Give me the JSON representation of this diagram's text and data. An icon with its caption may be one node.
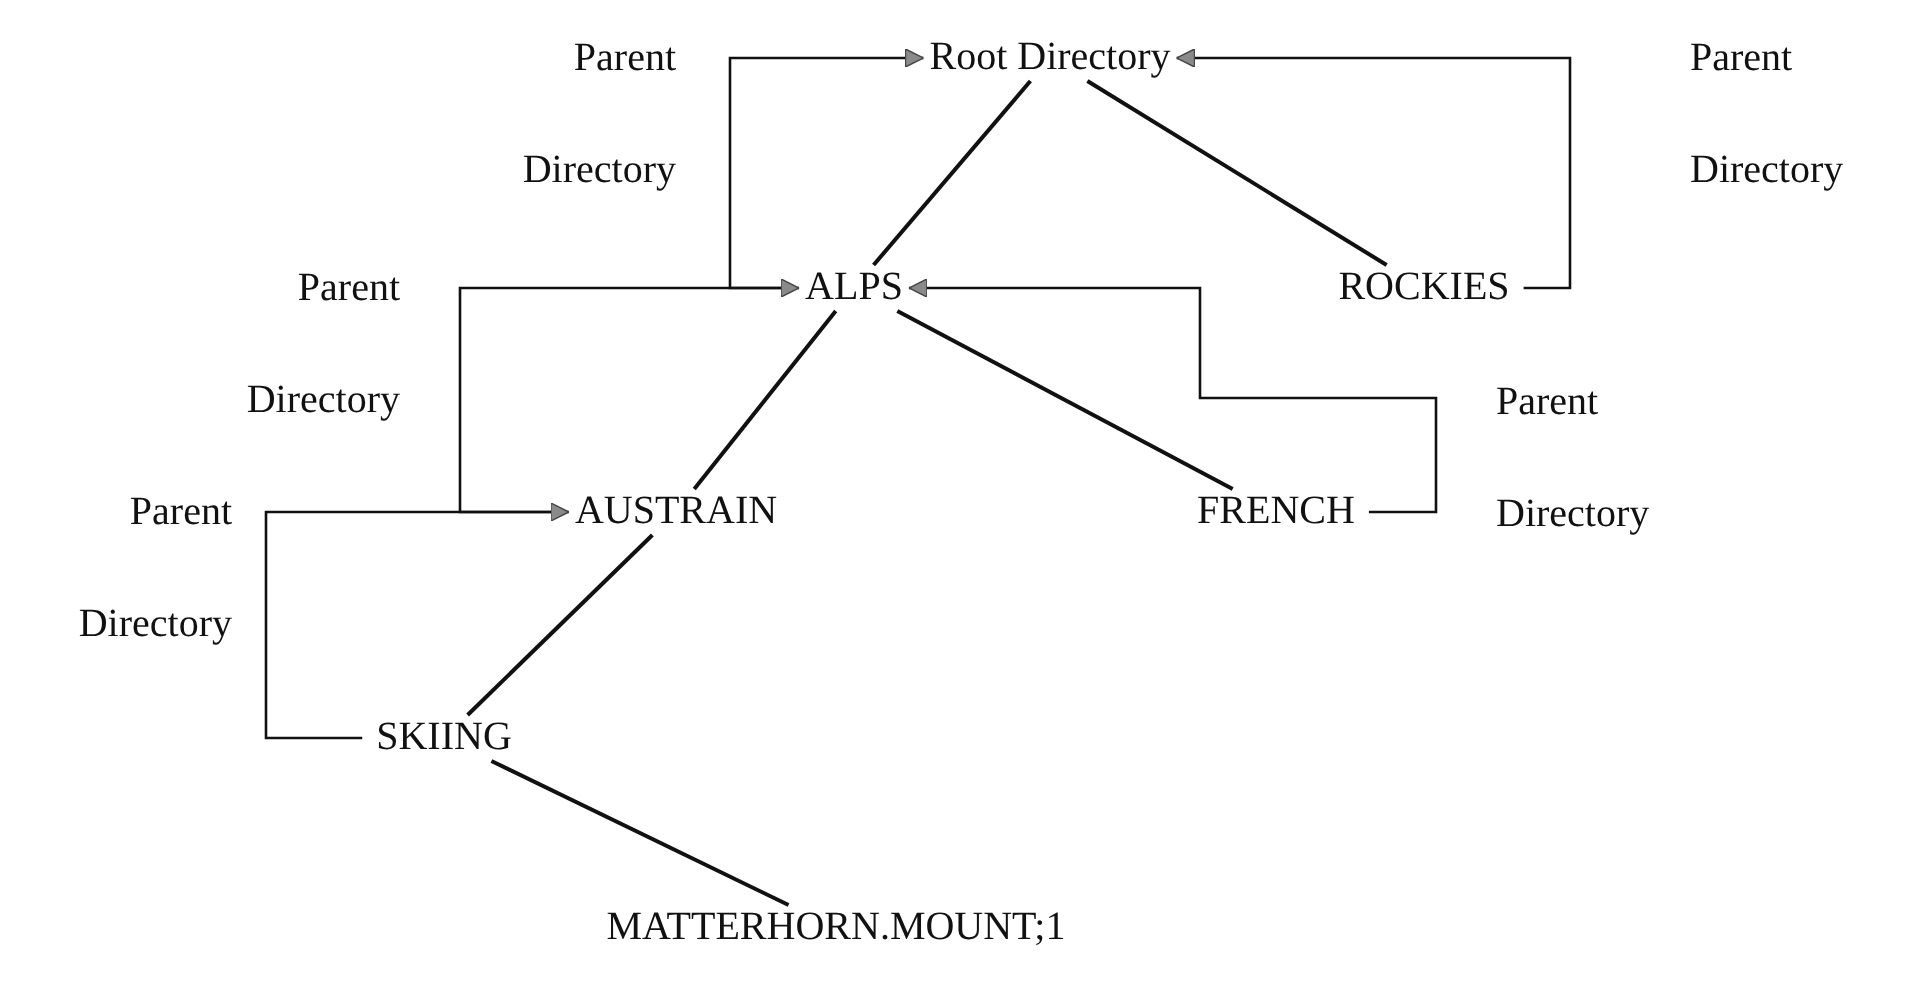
{
  "diagram": {
    "nodes": [
      {
        "text": [
          "Root Directory"
        ]
      },
      {
        "text": [
          "ALPS"
        ]
      },
      {
        "text": [
          "ROCKIES"
        ]
      },
      {
        "text": [
          "AUSTRAIN"
        ]
      },
      {
        "text": [
          "FRENCH"
        ]
      },
      {
        "text": [
          "SKIING"
        ]
      },
      {
        "text": [
          "MATTERHORN.MOUNT;1"
        ]
      }
    ],
    "edges": [
      {
        "from": 0,
        "to": 1,
        "arrow": "none"
      },
      {
        "from": 0,
        "to": 2,
        "arrow": "none"
      },
      {
        "from": 1,
        "to": 3,
        "arrow": "none"
      },
      {
        "from": 1,
        "to": 4,
        "arrow": "none"
      },
      {
        "from": 3,
        "to": 5,
        "arrow": "none"
      },
      {
        "from": 5,
        "to": 6,
        "arrow": "none"
      },
      {
        "from": 1,
        "to": 0,
        "arrow": "to",
        "label": "Parent Directory"
      },
      {
        "from": 2,
        "to": 0,
        "arrow": "to",
        "label": "Parent Directory"
      },
      {
        "from": 3,
        "to": 1,
        "arrow": "to",
        "label": "Parent Directory"
      },
      {
        "from": 4,
        "to": 1,
        "arrow": "to",
        "label": "Parent Directory"
      },
      {
        "from": 5,
        "to": 3,
        "arrow": "to",
        "label": "Parent Directory"
      }
    ]
  }
}
